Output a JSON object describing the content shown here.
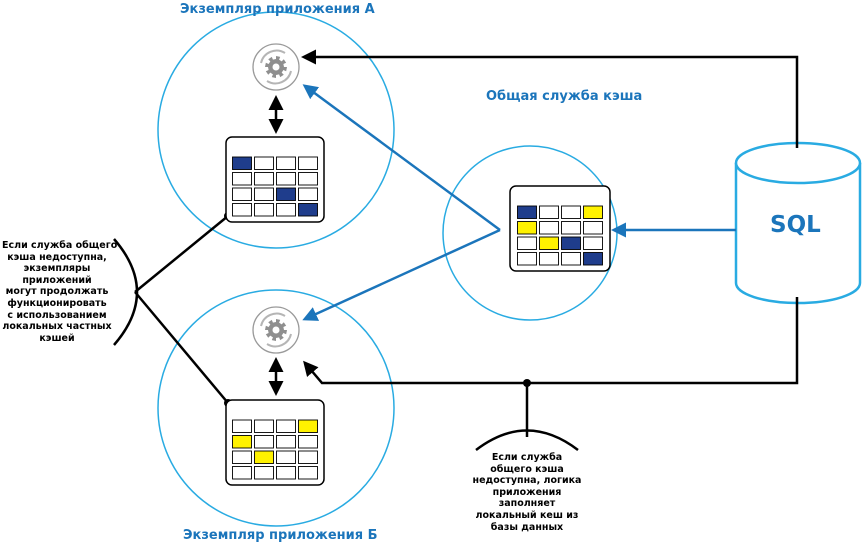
{
  "titles": {
    "instance_a": "Экземпляр приложения А",
    "shared_cache": "Общая служба кэша",
    "instance_b": "Экземпляр приложения Б"
  },
  "database": {
    "label": "SQL"
  },
  "notes": {
    "left": [
      "Если служба общего",
      "кэша недоступна,",
      "экземпляры",
      "приложений",
      "могут продолжать",
      "функционировать",
      "с использованием",
      "локальных частных",
      "кэшей"
    ],
    "bottom": [
      "Если служба",
      "общего кэша",
      "недоступна, логика",
      "приложения",
      "заполняет",
      "локальный кеш из",
      "базы данных"
    ]
  },
  "colors": {
    "blue": "#1b75bb",
    "circle": "#29abe2",
    "navy": "#1f3d8c",
    "yellow": "#fff200",
    "gear": "#8f8f8f"
  },
  "grids": {
    "instance_a": [
      [
        1,
        0,
        0,
        0
      ],
      [
        0,
        0,
        0,
        0
      ],
      [
        0,
        0,
        1,
        0
      ],
      [
        0,
        0,
        0,
        1
      ]
    ],
    "shared_cache": [
      [
        1,
        0,
        0,
        2
      ],
      [
        2,
        0,
        0,
        0
      ],
      [
        0,
        2,
        1,
        0
      ],
      [
        0,
        0,
        0,
        1
      ]
    ],
    "instance_b": [
      [
        0,
        0,
        0,
        2
      ],
      [
        2,
        0,
        0,
        0
      ],
      [
        0,
        2,
        0,
        0
      ],
      [
        0,
        0,
        0,
        0
      ]
    ]
  }
}
